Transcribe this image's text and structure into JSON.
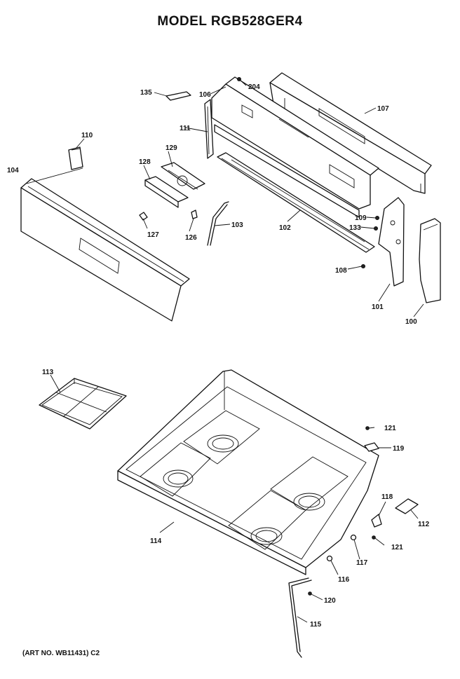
{
  "header": {
    "title": "MODEL RGB528GER4"
  },
  "footer": {
    "art_no": "(ART NO. WB11431) C2"
  },
  "parts": {
    "p100": "100",
    "p101": "101",
    "p102": "102",
    "p103": "103",
    "p104": "104",
    "p106": "106",
    "p107": "107",
    "p108": "108",
    "p109": "109",
    "p110": "110",
    "p111": "111",
    "p112": "112",
    "p113": "113",
    "p114": "114",
    "p115": "115",
    "p116": "116",
    "p117": "117",
    "p118": "118",
    "p119": "119",
    "p120": "120",
    "p121a": "121",
    "p121b": "121",
    "p126": "126",
    "p127": "127",
    "p128": "128",
    "p129": "129",
    "p133": "133",
    "p135": "135",
    "p204": "204"
  }
}
